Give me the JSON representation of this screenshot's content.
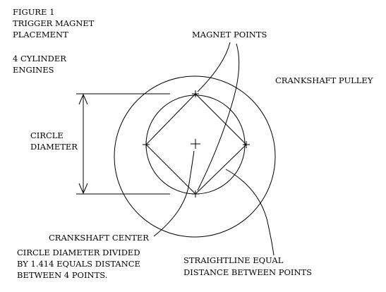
{
  "figure": {
    "title_lines": [
      "FIGURE 1",
      "TRIGGER MAGNET",
      "PLACEMENT"
    ],
    "engine_lines": [
      "4 CYLINDER",
      "ENGINES"
    ]
  },
  "labels": {
    "magnet_points": "MAGNET POINTS",
    "crankshaft_pulley": "CRANKSHAFT PULLEY",
    "circle_diameter_lines": [
      "CIRCLE",
      "DIAMETER"
    ],
    "crankshaft_center": "CRANKSHAFT CENTER",
    "note_lines": [
      "CIRCLE DIAMETER DIVIDED",
      "BY 1.414 EQUALS DISTANCE",
      "BETWEEN 4 POINTS."
    ],
    "straightline_lines": [
      "STRAIGHTLINE EQUAL",
      "DISTANCE BETWEEN POINTS"
    ]
  },
  "colors": {
    "ink": "#000000",
    "background": "#ffffff"
  }
}
